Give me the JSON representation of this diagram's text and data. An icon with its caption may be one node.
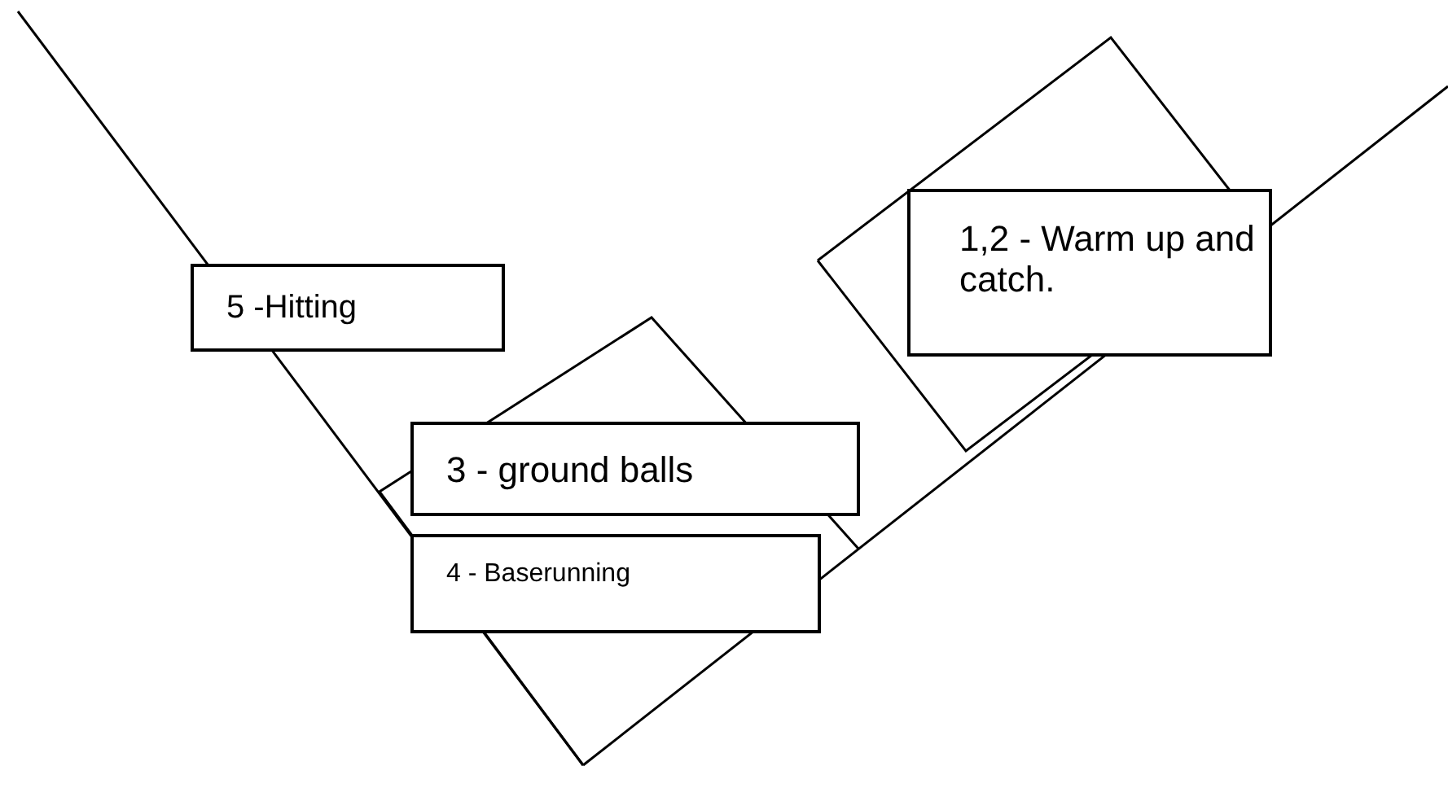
{
  "diagram": {
    "nodes": [
      {
        "text": [
          "1,2 - Warm up and catch."
        ]
      },
      {
        "text": [
          "5 -Hitting"
        ]
      },
      {
        "text": [
          "3 - ground balls"
        ]
      },
      {
        "text": [
          "4 - Baserunning"
        ]
      }
    ]
  }
}
